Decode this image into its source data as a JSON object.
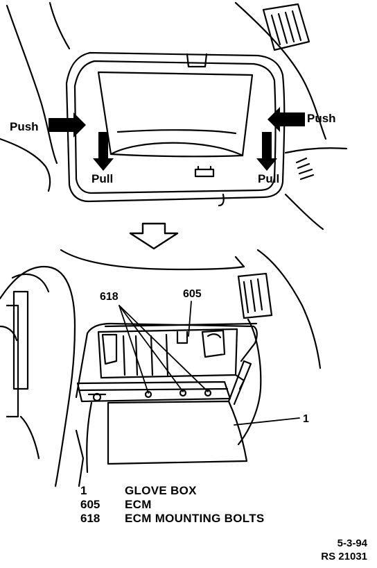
{
  "top_view": {
    "push_left": "Push",
    "push_right": "Push",
    "pull_left": "Pull",
    "pull_right": "Pull"
  },
  "bottom_view": {
    "callout_618": "618",
    "callout_605": "605",
    "callout_1": "1"
  },
  "legend": [
    {
      "number": "1",
      "description": "GLOVE BOX"
    },
    {
      "number": "605",
      "description": "ECM"
    },
    {
      "number": "618",
      "description": "ECM MOUNTING BOLTS"
    }
  ],
  "footer": {
    "date": "5-3-94",
    "ref": "RS 21031"
  }
}
